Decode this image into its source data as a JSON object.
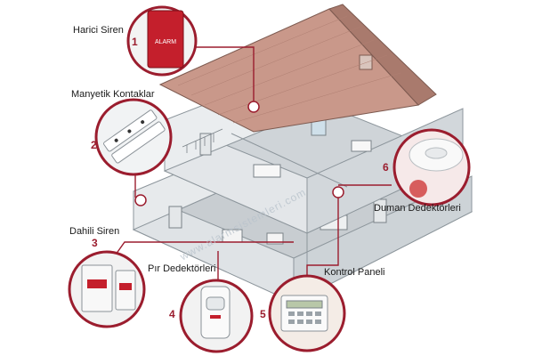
{
  "components": [
    {
      "number": "1",
      "label": "Harici Siren",
      "icon": "siren-box-icon"
    },
    {
      "number": "2",
      "label": "Manyetik Kontaklar",
      "icon": "magnetic-contact-icon"
    },
    {
      "number": "3",
      "label": "Dahili Siren",
      "icon": "indoor-siren-icon"
    },
    {
      "number": "4",
      "label": "Pır Dedektörleri",
      "icon": "pir-detector-icon"
    },
    {
      "number": "5",
      "label": "Kontrol Paneli",
      "icon": "control-panel-icon"
    },
    {
      "number": "6",
      "label": "Duman Dedektörleri",
      "icon": "smoke-detector-icon"
    }
  ],
  "siren_badge": "ALARM",
  "watermark": "www.alarmsistemleri.com",
  "colors": {
    "accent": "#9b1d2e",
    "roof": "#c9988a",
    "wall": "#dadfe3",
    "floor": "#c8cdd1"
  }
}
